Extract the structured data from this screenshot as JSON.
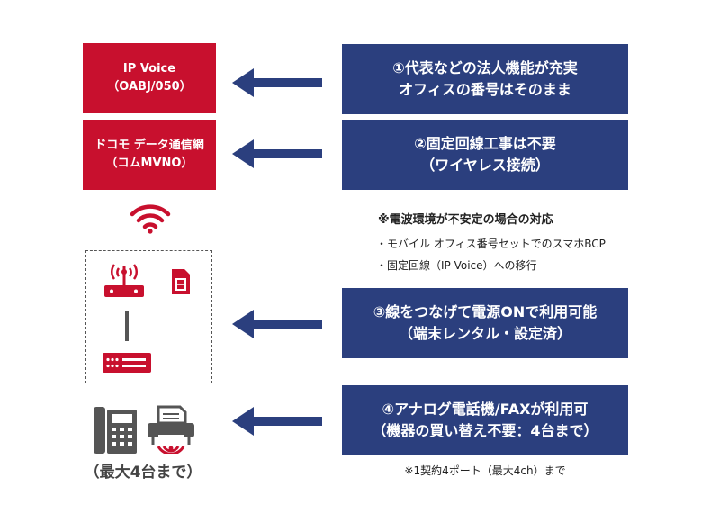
{
  "left": {
    "ip_voice": {
      "line1": "IP Voice",
      "line2": "（OABJ/050）"
    },
    "docomo": {
      "line1": "ドコモ データ通信網",
      "line2": "（コムMVNO）"
    },
    "phones_caption": "（最大4台まで）"
  },
  "right": {
    "item1": {
      "line1": "①代表などの法人機能が充実",
      "line2": "オフィスの番号はそのまま"
    },
    "item2": {
      "line1": "②固定回線工事は不要",
      "line2": "（ワイヤレス接続）"
    },
    "note": {
      "title": "※電波環境が不安定の場合の対応",
      "line1": "・モバイル オフィス番号セットでのスマホBCP",
      "line2": "・固定回線（IP Voice）への移行"
    },
    "item3": {
      "line1": "③線をつなげて電源ONで利用可能",
      "line2": "（端末レンタル・設定済）"
    },
    "item4": {
      "line1": "④アナログ電話機/FAXが利用可",
      "line2": "（機器の買い替え不要：4台まで）"
    },
    "footnote": "※1契約4ポート（最大4ch）まで"
  },
  "colors": {
    "red": "#c8102e",
    "blue": "#2b3f7e",
    "arrow": "#2b3f7e",
    "gray": "#555555"
  },
  "icons": [
    "wifi-icon",
    "router-icon",
    "sim-card-icon",
    "terminal-adapter-icon",
    "desk-phone-icon",
    "fax-icon"
  ]
}
